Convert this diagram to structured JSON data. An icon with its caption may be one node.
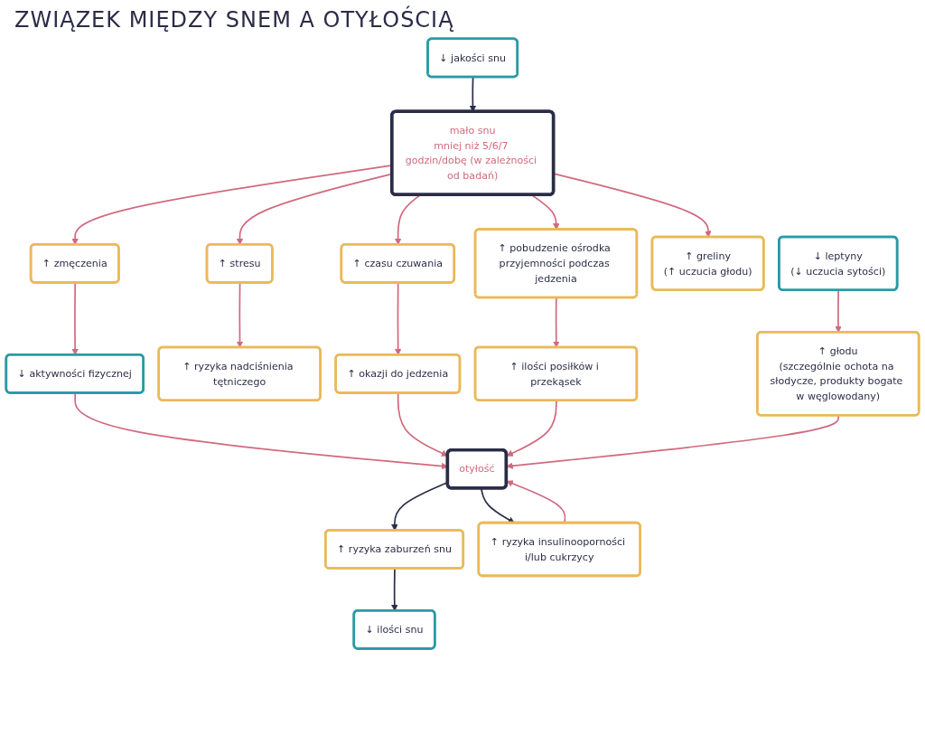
{
  "diagram": {
    "title": "ZWIĄZEK MIĘDZY SNEM A OTYŁOŚCIĄ",
    "nodes": [
      {
        "text": [
          "mało snu",
          "mniej niż 5/6/7 godzin/dobę (w zależności od badań)"
        ]
      },
      {
        "text": [
          "↓ jakości snu"
        ]
      },
      {
        "text": [
          "↓ ilości snu"
        ]
      },
      {
        "text": [
          "↑ zmęczenia"
        ]
      },
      {
        "text": [
          "↑ stresu"
        ]
      },
      {
        "text": [
          "↑ czasu czuwania"
        ]
      },
      {
        "text": [
          "↑ pobudzenie ośrodka przyjemności podczas jedzenia"
        ]
      },
      {
        "text": [
          "↑ greliny",
          "(↑ uczucia głodu)"
        ]
      },
      {
        "text": [
          "↓ leptyny",
          "(↓ uczucia sytości)"
        ]
      },
      {
        "text": [
          "↑ ryzyka zaburzeń snu"
        ]
      },
      {
        "text": [
          "↓ aktywności fizycznej"
        ]
      },
      {
        "text": [
          "↑ ryzyka nadciśnienia tętniczego"
        ]
      },
      {
        "text": [
          "↑ ryzyka insulinooporności i/lub cukrzycy"
        ]
      },
      {
        "text": [
          "↑ okazji do jedzenia"
        ]
      },
      {
        "text": [
          "↑ ilości posiłków i przekąsek"
        ]
      },
      {
        "text": [
          "↑ głodu",
          "(szczególnie ochota na słodycze, produkty bogate w węglowodany)"
        ]
      },
      {
        "text": [
          "otyłość"
        ]
      }
    ],
    "edges": [
      {
        "from": 1,
        "to": 0,
        "arrow": "to",
        "color": "#2b2d47"
      },
      {
        "from": 0,
        "to": 3,
        "arrow": "to"
      },
      {
        "from": 0,
        "to": 4,
        "arrow": "to"
      },
      {
        "from": 0,
        "to": 5,
        "arrow": "to"
      },
      {
        "from": 0,
        "to": 6,
        "arrow": "to"
      },
      {
        "from": 0,
        "to": 7,
        "arrow": "to"
      },
      {
        "from": 3,
        "to": 10,
        "arrow": "to"
      },
      {
        "from": 4,
        "to": 11,
        "arrow": "to"
      },
      {
        "from": 5,
        "to": 13,
        "arrow": "to"
      },
      {
        "from": 6,
        "to": 14,
        "arrow": "to"
      },
      {
        "from": 8,
        "to": 15,
        "arrow": "to"
      },
      {
        "from": 10,
        "to": 16,
        "arrow": "to"
      },
      {
        "from": 12,
        "to": 16,
        "arrow": "to"
      },
      {
        "from": 13,
        "to": 16,
        "arrow": "to"
      },
      {
        "from": 14,
        "to": 16,
        "arrow": "to"
      },
      {
        "from": 15,
        "to": 16,
        "arrow": "to"
      },
      {
        "from": 16,
        "to": 12,
        "arrow": "to",
        "color": "#2b2d47"
      },
      {
        "from": 16,
        "to": 9,
        "arrow": "to",
        "color": "#2b2d47"
      },
      {
        "from": 9,
        "to": 2,
        "arrow": "to",
        "color": "#2b2d47"
      }
    ]
  }
}
